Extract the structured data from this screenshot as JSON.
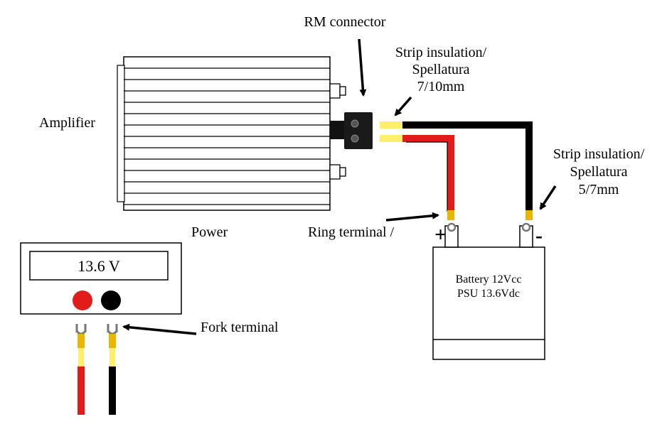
{
  "labels": {
    "rm_connector": "RM connector",
    "strip_top_1": "Strip insulation/",
    "strip_top_2": "Spellatura",
    "strip_top_3": "7/10mm",
    "amplifier": "Amplifier",
    "strip_right_1": "Strip insulation/",
    "strip_right_2": "Spellatura",
    "strip_right_3": "5/7mm",
    "power": "Power",
    "ring_terminal": "Ring terminal /",
    "battery_1": "Battery 12Vcc",
    "battery_2": "PSU 13.6Vdc",
    "psu_display": "13.6 V",
    "fork_terminal": "Fork terminal",
    "plus": "+",
    "minus": "-"
  },
  "colors": {
    "red_wire": "#e21b1b",
    "black_wire": "#000000",
    "stripped_end": "#ffef6b",
    "terminal_gold": "#e8b800"
  }
}
